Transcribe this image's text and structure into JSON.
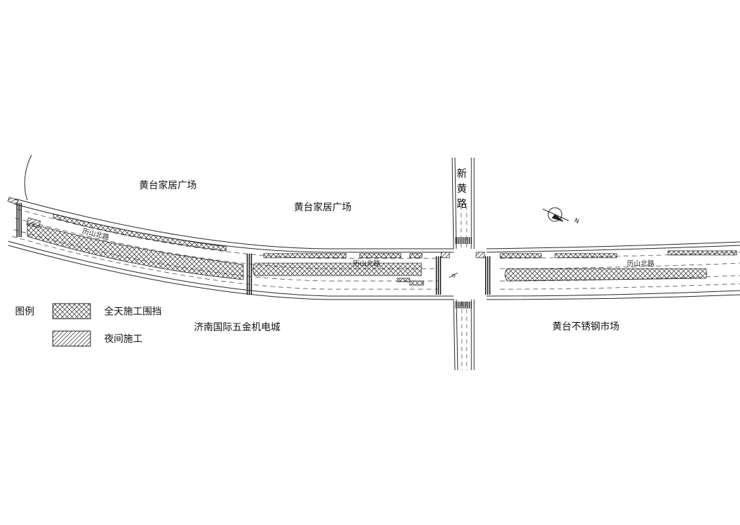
{
  "labels": {
    "place1": "黄台家居广场",
    "place2": "黄台家居广场",
    "place3": "济南国际五金机电城",
    "place4": "黄台不锈钢市场",
    "road_west": "历山北路",
    "road_mid": "历山北路",
    "road_east": "历山北路",
    "road_vertical": [
      "新",
      "黄",
      "路"
    ],
    "north_marker": "N"
  },
  "legend": {
    "title": "图例",
    "items": [
      {
        "label": "全天施工围挡",
        "pattern": "crosshatch"
      },
      {
        "label": "夜间施工",
        "pattern": "diagonal"
      }
    ]
  },
  "colors": {
    "line": "#1a1a1a",
    "background": "#ffffff"
  }
}
